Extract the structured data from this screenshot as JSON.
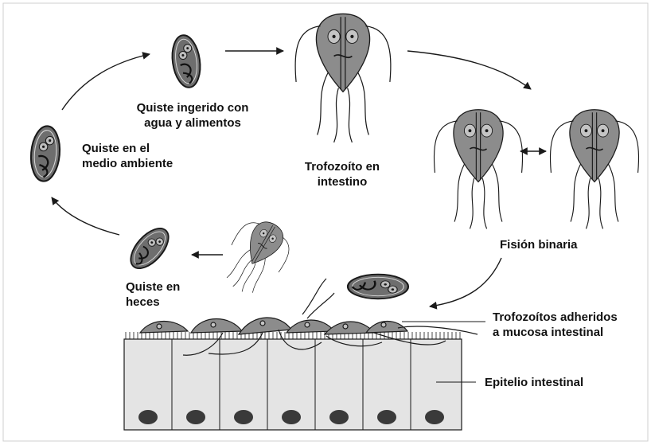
{
  "labels": {
    "cyst_ingested": [
      "Quiste ingerido con",
      "agua y alimentos"
    ],
    "cyst_environment": [
      "Quiste en el",
      "medio ambiente"
    ],
    "trophozoite_intestine": [
      "Trofozoíto en",
      "intestino"
    ],
    "binary_fission": "Fisión binaria",
    "cyst_feces": [
      "Quiste en",
      "heces"
    ],
    "trophozoites_adhered": [
      "Trofozoítos adheridos",
      "a mucosa intestinal"
    ],
    "intestinal_epithelium": "Epitelio intestinal"
  },
  "colors": {
    "outline": "#1a1a1a",
    "cyst_fill": "#6e6e6e",
    "trophozoite_fill": "#8c8c8c",
    "cell_fill": "#e4e4e4",
    "nucleus_fill": "#3a3a3a"
  }
}
